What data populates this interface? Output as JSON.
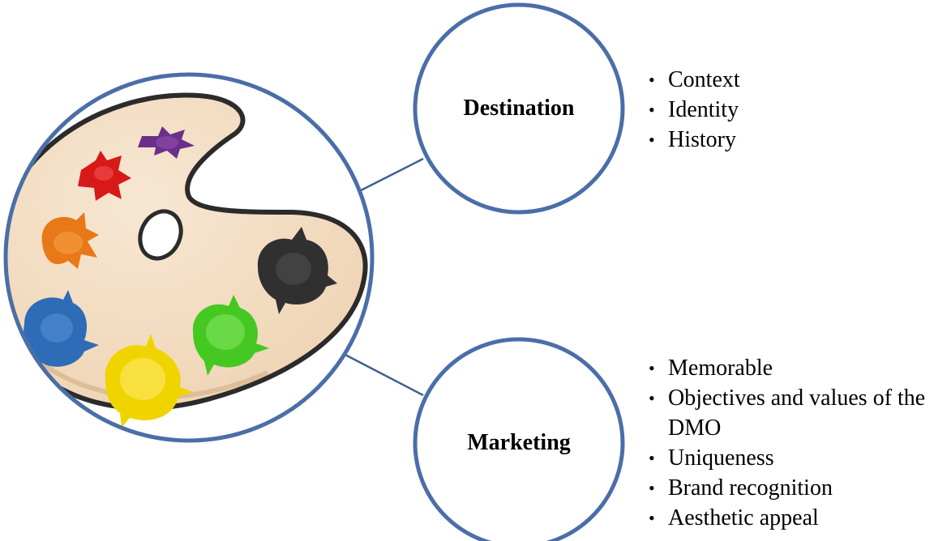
{
  "nodes": {
    "destination": {
      "label": "Destination",
      "items": [
        "Context",
        "Identity",
        "History"
      ]
    },
    "marketing": {
      "label": "Marketing",
      "items": [
        "Memorable",
        "Objectives and values of the DMO",
        "Uniqueness",
        "Brand recognition",
        "Aesthetic appeal"
      ]
    }
  },
  "colors": {
    "circle_stroke": "#4a6ea8",
    "connector": "#3f5f90",
    "palette_fill": "#f2dcc3",
    "palette_outline": "#2b2b2b",
    "paint_red": "#d81919",
    "paint_purple": "#6b2f8a",
    "paint_orange": "#e87818",
    "paint_blue": "#2f6cb8",
    "paint_yellow": "#f0d400",
    "paint_green": "#45c822",
    "paint_black": "#303030"
  },
  "icons": [
    "paint-palette-icon"
  ]
}
